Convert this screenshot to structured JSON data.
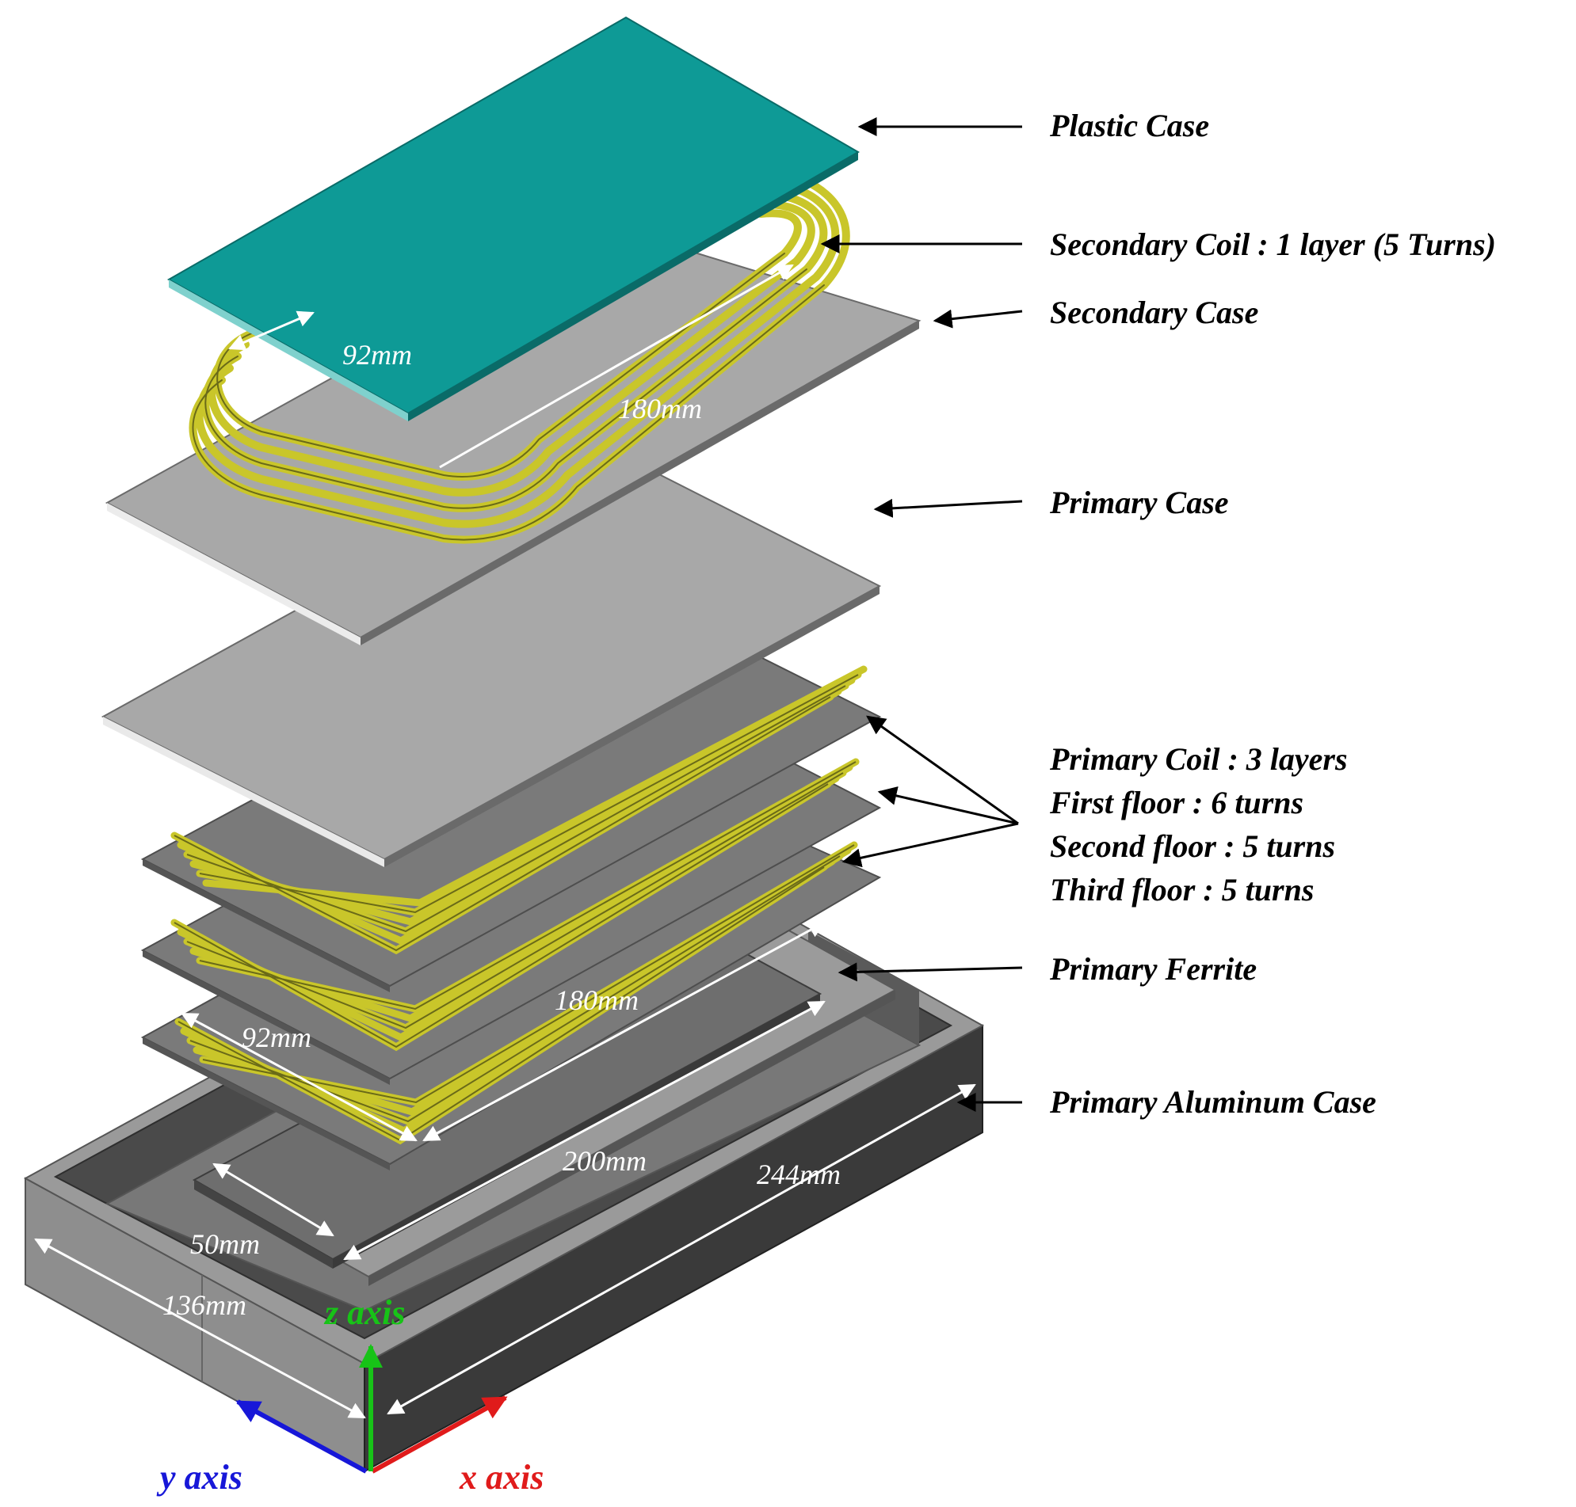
{
  "labels": {
    "plastic_case": "Plastic Case",
    "secondary_coil": "Secondary Coil : 1 layer (5 Turns)",
    "secondary_case": "Secondary Case",
    "primary_case": "Primary Case",
    "primary_coil": "Primary Coil : 3 layers",
    "first_floor": "First floor : 6 turns",
    "second_floor": "Second floor : 5 turns",
    "third_floor": "Third floor : 5 turns",
    "primary_ferrite": "Primary Ferrite",
    "primary_aluminum_case": "Primary Aluminum Case"
  },
  "dimensions": {
    "secondary_coil_width": "92mm",
    "secondary_coil_length": "180mm",
    "primary_coil_width": "92mm",
    "primary_coil_length": "180mm",
    "ferrite_length": "200mm",
    "ferrite_width": "50mm",
    "case_length": "244mm",
    "case_width": "136mm"
  },
  "axes": {
    "x": "x axis",
    "y": "y axis",
    "z": "z axis"
  },
  "colors": {
    "plastic_case": "#0e9a96",
    "coil": "#c9c62a",
    "plate": "#a6a6a6",
    "plate_dark": "#6e6e6e",
    "aluminum_dark": "#3f3f3f",
    "x_axis": "#e01b1b",
    "y_axis": "#1717d8",
    "z_axis": "#17c317"
  }
}
